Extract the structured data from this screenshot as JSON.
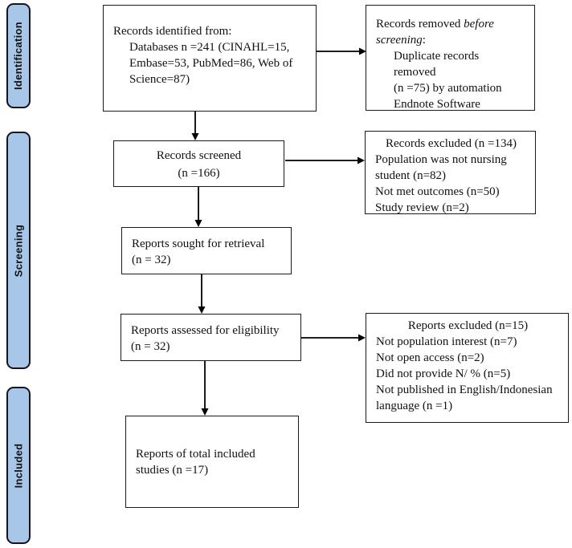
{
  "colors": {
    "canvas_bg": "#ffffff",
    "stage_fill": "#a8c6e8",
    "stage_border": "#15151f",
    "box_border": "#1a1a1a",
    "arrow": "#000000",
    "text": "#111111"
  },
  "sidebar": {
    "stages": [
      {
        "label": "Identification"
      },
      {
        "label": "Screening"
      },
      {
        "label": "Included"
      }
    ]
  },
  "boxes": {
    "identified": {
      "title": "Records identified from:",
      "lines": [
        "Databases n =241 (CINAHL=15,",
        "Embase=53, PubMed=86, Web of",
        "Science=87)"
      ]
    },
    "removed": {
      "title_normal": "Records removed ",
      "title_italic_1": "before",
      "title_italic_2": "screening",
      "title_colon": ":",
      "lines": [
        "Duplicate records",
        "removed",
        "(n =75) by automation",
        "Endnote Software"
      ]
    },
    "screened": {
      "lines": [
        "Records screened",
        "(n =166)"
      ]
    },
    "excluded_records": {
      "title": "Records excluded (n =134)",
      "lines": [
        "Population was not nursing",
        "student (n=82)",
        "Not met outcomes (n=50)",
        "Study review (n=2)"
      ]
    },
    "sought": {
      "lines": [
        "Reports sought for retrieval",
        "(n = 32)"
      ]
    },
    "assessed": {
      "lines": [
        "Reports assessed for eligibility",
        "(n = 32)"
      ]
    },
    "excluded_reports": {
      "title": "Reports excluded (n=15)",
      "lines": [
        "Not population interest (n=7)",
        "Not open access (n=2)",
        "Did not provide N/ % (n=5)",
        "Not published in English/Indonesian",
        "language (n =1)"
      ]
    },
    "included": {
      "lines": [
        "Reports of total included",
        "studies (n =17)"
      ]
    }
  }
}
